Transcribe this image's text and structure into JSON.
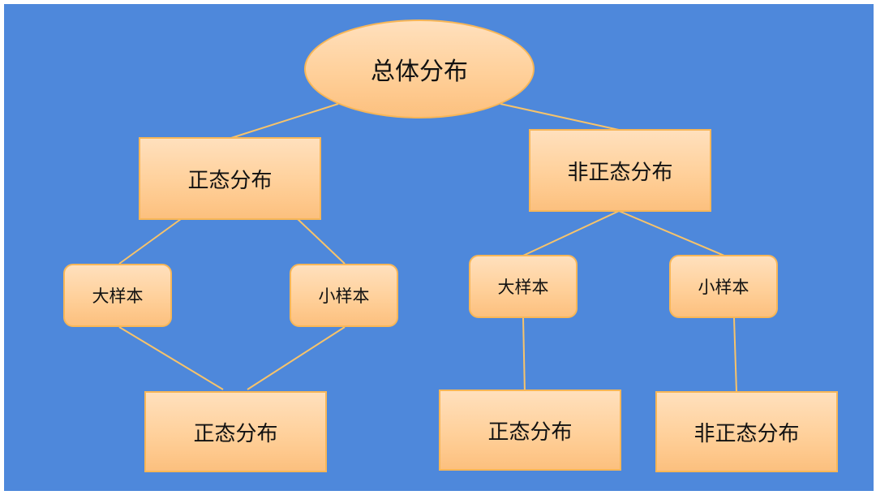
{
  "diagram": {
    "root": {
      "label": "总体分布"
    },
    "branches": [
      {
        "label": "正态分布",
        "children": [
          {
            "label": "大样本"
          },
          {
            "label": "小样本"
          }
        ],
        "result": {
          "label": "正态分布"
        }
      },
      {
        "label": "非正态分布",
        "children": [
          {
            "label": "大样本",
            "result": {
              "label": "正态分布"
            }
          },
          {
            "label": "小样本",
            "result": {
              "label": "非正态分布"
            }
          }
        ]
      }
    ],
    "colors": {
      "background": "#4e88db",
      "node_fill": "#ffd09a",
      "node_border": "#f7b657",
      "connector": "#f7c36a",
      "text": "#111111"
    }
  }
}
